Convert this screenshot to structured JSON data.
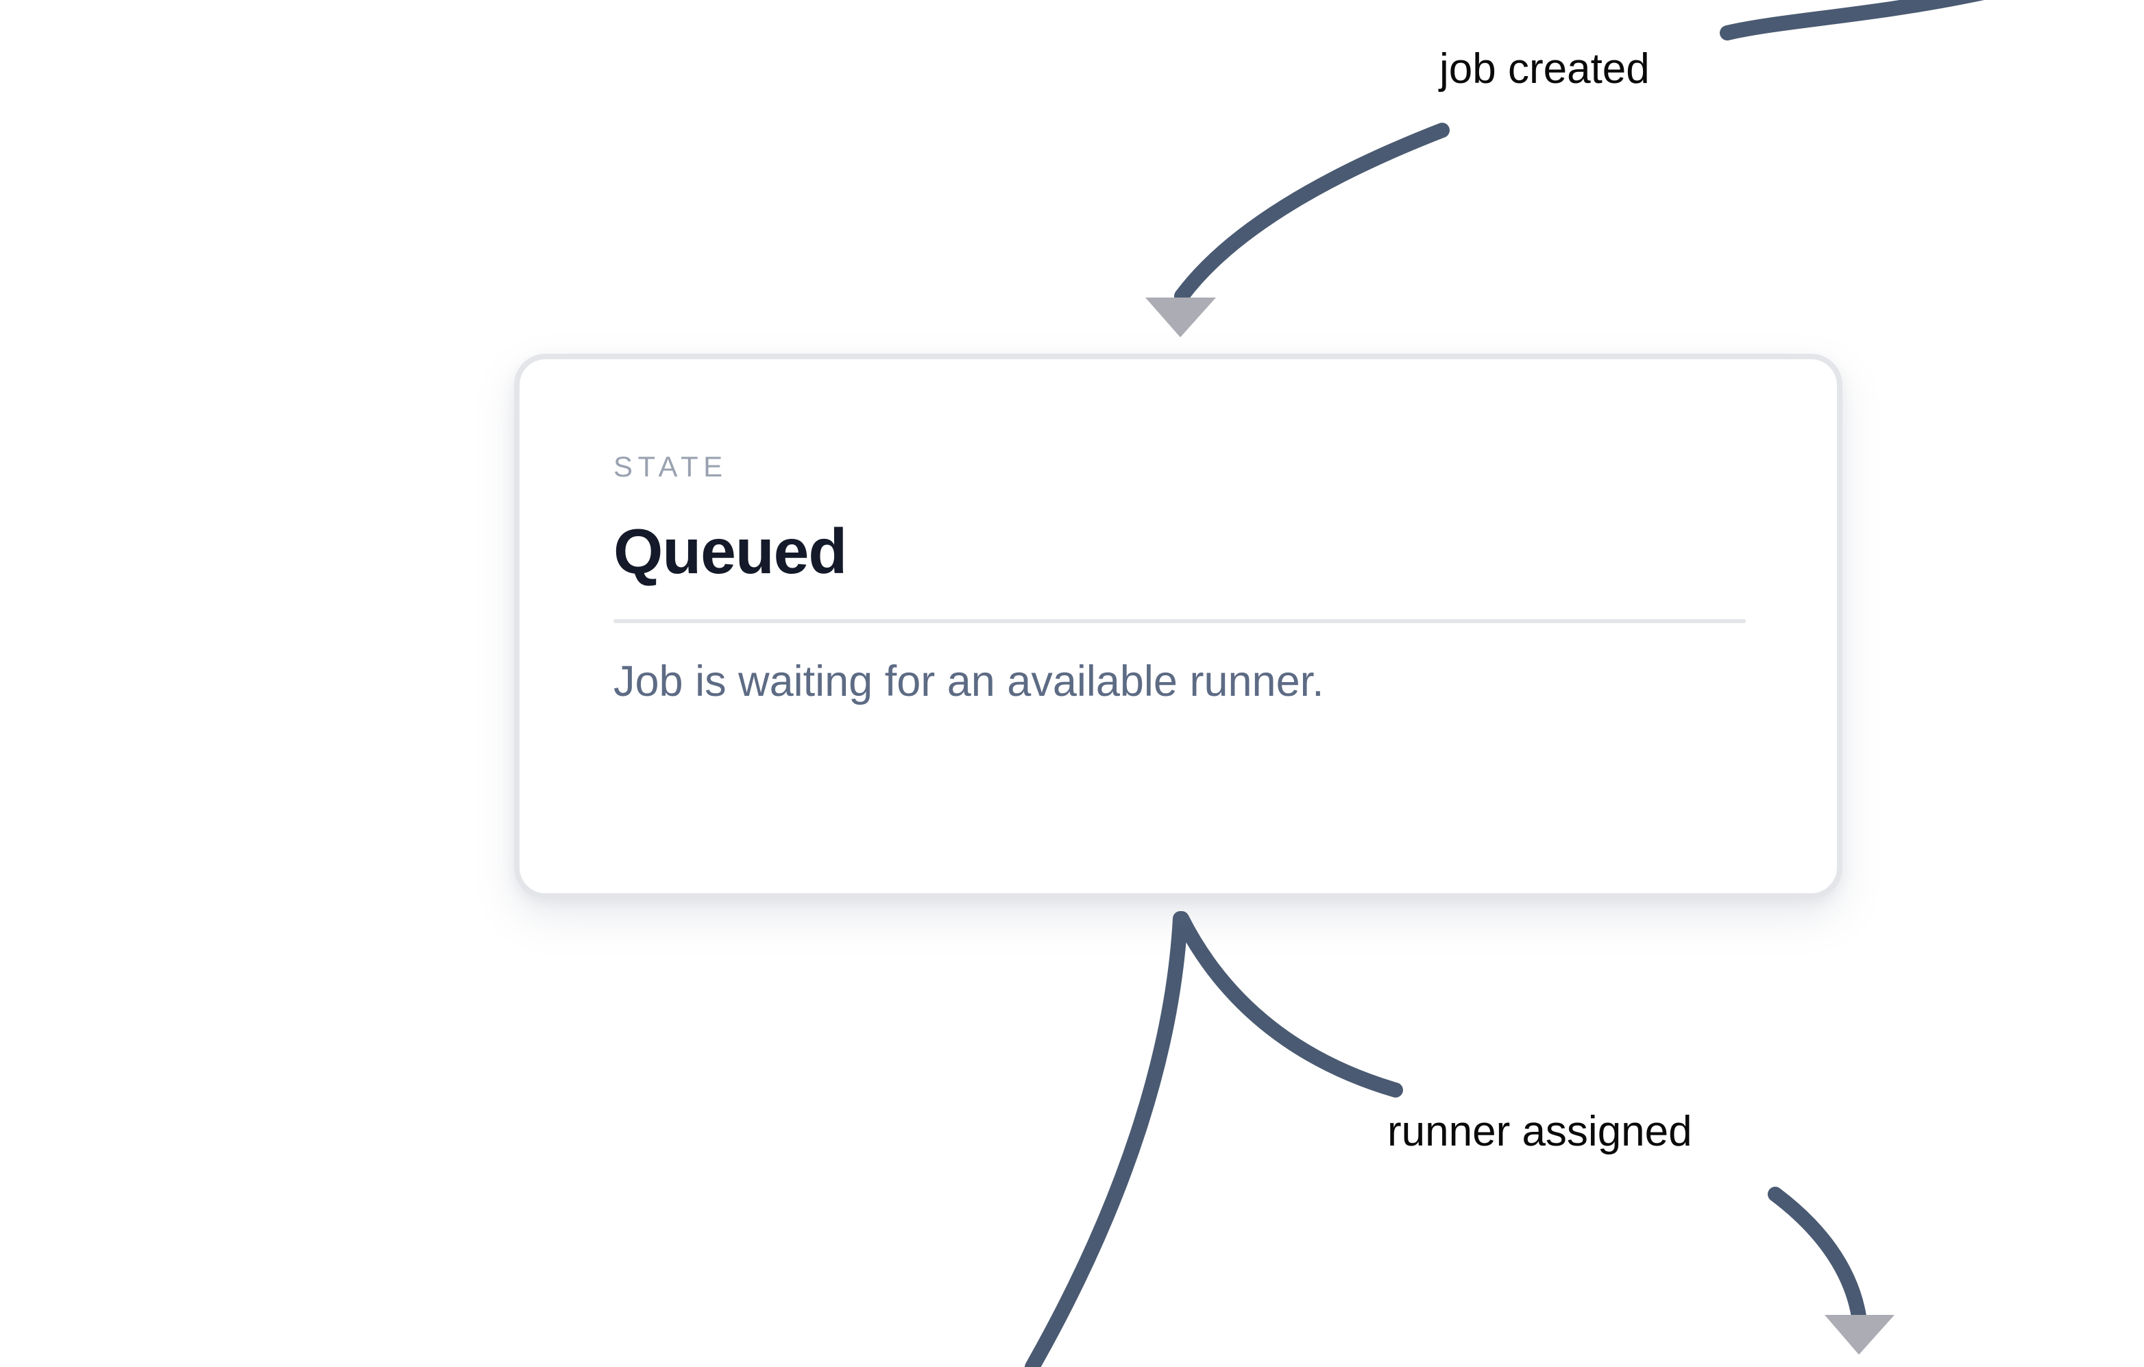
{
  "diagram": {
    "type": "state-machine-fragment",
    "background_color": "#ffffff",
    "edge_color": "#4a5a72",
    "arrowhead_color": "#acacb4",
    "nodes": [
      {
        "id": "queued",
        "kicker": "STATE",
        "title": "Queued",
        "description": "Job is waiting for an available runner.",
        "kicker_color": "#9aa2b1",
        "title_color": "#141a29",
        "description_color": "#5d6b84",
        "border_color": "#e3e5e9",
        "surface_color": "#ffffff"
      }
    ],
    "edges": [
      {
        "id": "edge-job-created",
        "label": "job created",
        "direction": "incoming",
        "target": "queued",
        "arrowhead": "down"
      },
      {
        "id": "edge-runner-assigned",
        "label": "runner assigned",
        "direction": "outgoing",
        "source": "queued",
        "arrowhead": "down"
      },
      {
        "id": "edge-unlabeled-left",
        "label": "",
        "direction": "outgoing",
        "source": "queued",
        "arrowhead": "none"
      }
    ]
  }
}
